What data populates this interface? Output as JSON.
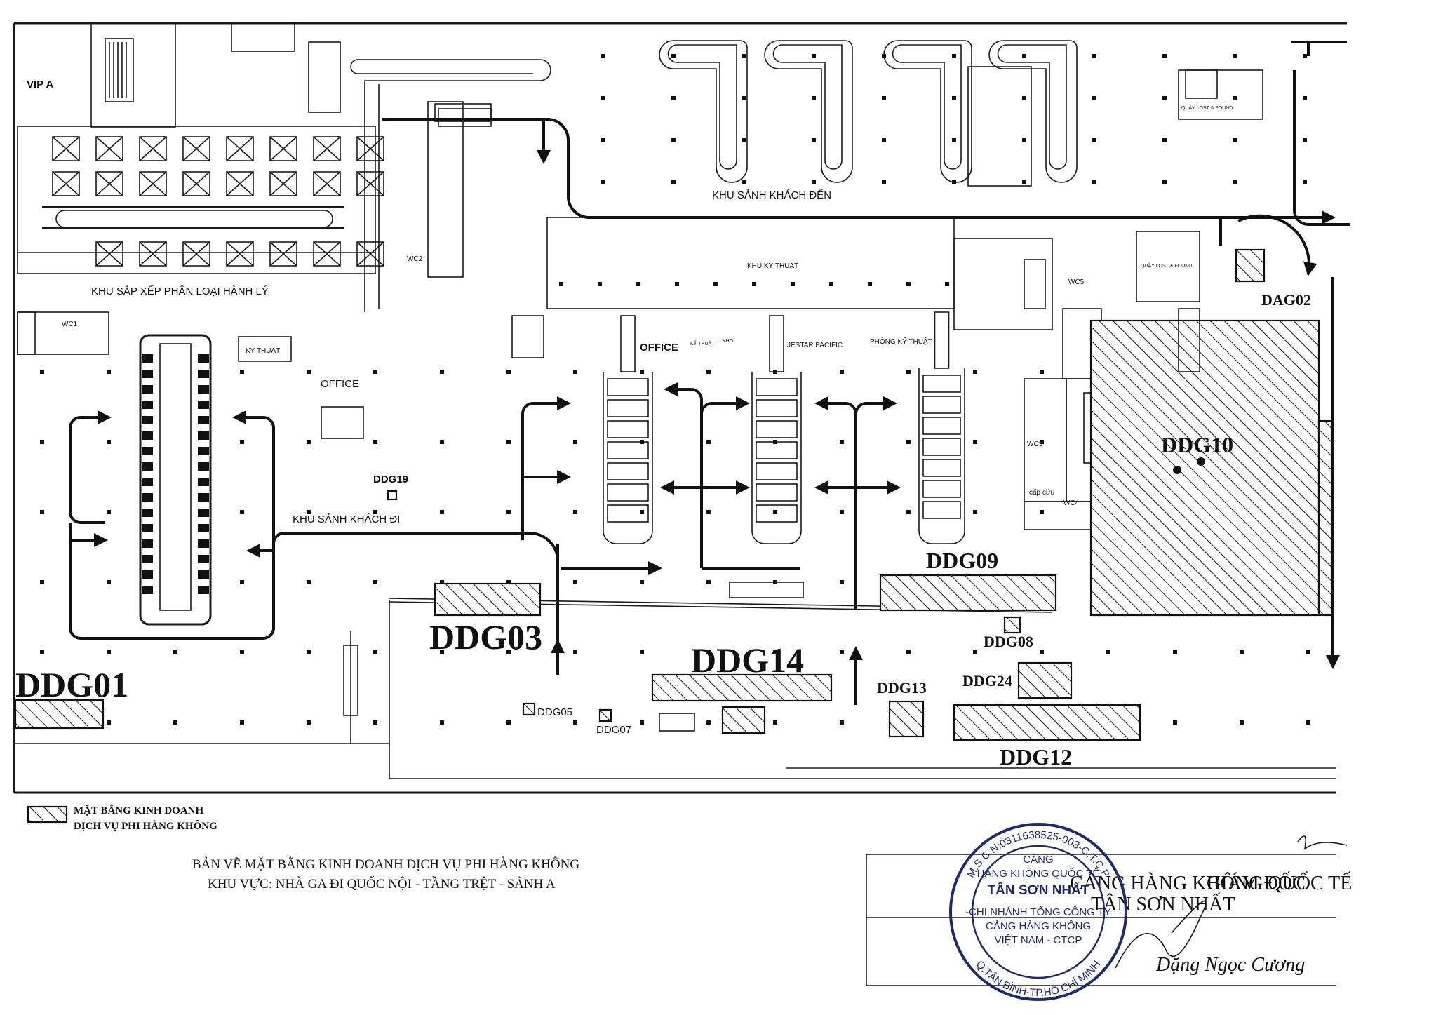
{
  "zones": {
    "vip": "VIP A",
    "baggage": "KHU SẮP XẾP PHÂN LOẠI HÀNH LÝ",
    "arrival_hall": "KHU SẢNH KHÁCH ĐẾN",
    "technical_area": "KHU KỸ THUẬT",
    "departure_hall": "KHU SẢNH KHÁCH ĐI"
  },
  "rooms": {
    "wc1": "WC1",
    "wc2": "WC2",
    "wc3": "WC3",
    "wc4": "WC4",
    "wc5": "WC5",
    "ky_thuat": "KỸ THUẬT",
    "office_1": "OFFICE",
    "office_2": "OFFICE",
    "ky_thuat_small": "KỸ THUẬT",
    "jestar": "JESTAR PACIFIC",
    "phong_ky_thuat": "PHÒNG KỸ THUẬT",
    "quay_lost_found_1": "QUẦY LOST & FOUND",
    "quay_lost_found_2": "QUẦY LOST & FOUND",
    "cap_cuu": "cấp cứu",
    "kho": "KHO"
  },
  "business_areas": {
    "ddg01": "DDG01",
    "ddg03": "DDG03",
    "ddg05": "DDG05",
    "ddg07": "DDG07",
    "ddg08": "DDG08",
    "ddg09": "DDG09",
    "ddg10": "DDG10",
    "ddg12": "DDG12",
    "ddg13": "DDG13",
    "ddg14": "DDG14",
    "ddg19": "DDG19",
    "ddg24": "DDG24",
    "dag02": "DAG02"
  },
  "legend": {
    "line1": "MẶT BẰNG KINH DOANH",
    "line2": "DỊCH VỤ PHI HÀNG KHÔNG"
  },
  "title_block": {
    "line1": "BẢN VẼ MẶT BẰNG KINH DOANH DỊCH VỤ PHI HÀNG KHÔNG",
    "line2": "KHU VỰC: NHÀ GA ĐI QUỐC NỘI - TẦNG TRỆT - SẢNH A"
  },
  "stamp": {
    "ring_top": "M.S.C.N:0311638525-003-C.T.C.P",
    "ring_bottom": "Q.TÂN BÌNH-TP.HỒ CHÍ MINH",
    "line1": "CẢNG",
    "line2": "HÀNG KHÔNG QUỐC TẾ",
    "line3": "TÂN SƠN NHẤT",
    "line4": "-CHI NHÁNH TỔNG CÔNG TY",
    "line5": "CẢNG HÀNG KHÔNG",
    "line6": "VIỆT NAM - CTCP"
  },
  "approval": {
    "org_line1": "CẢNG HÀNG KHÔNG QUỐC TẾ",
    "org_line2": "TÂN SƠN NHẤT",
    "role": "GIÁM ĐỐC",
    "signer": "Đặng Ngọc Cương"
  }
}
